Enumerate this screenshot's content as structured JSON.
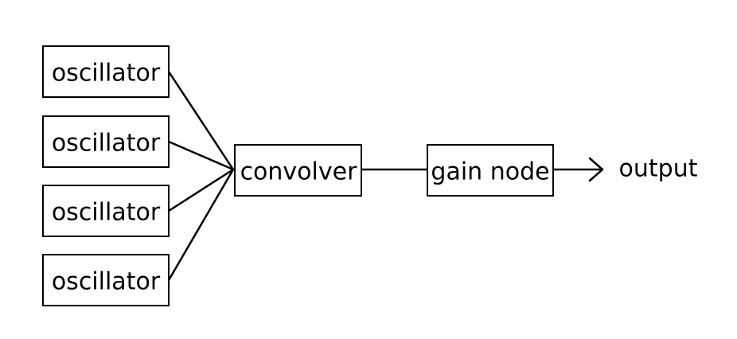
{
  "diagram": {
    "nodes": {
      "oscillator_1": "oscillator",
      "oscillator_2": "oscillator",
      "oscillator_3": "oscillator",
      "oscillator_4": "oscillator",
      "convolver": "convolver",
      "gain_node": "gain node",
      "output": "output"
    },
    "edges": [
      {
        "from": "oscillator_1",
        "to": "convolver"
      },
      {
        "from": "oscillator_2",
        "to": "convolver"
      },
      {
        "from": "oscillator_3",
        "to": "convolver"
      },
      {
        "from": "oscillator_4",
        "to": "convolver"
      },
      {
        "from": "convolver",
        "to": "gain_node"
      },
      {
        "from": "gain_node",
        "to": "output"
      }
    ],
    "colors": {
      "stroke": "#000000",
      "background": "#ffffff"
    }
  }
}
